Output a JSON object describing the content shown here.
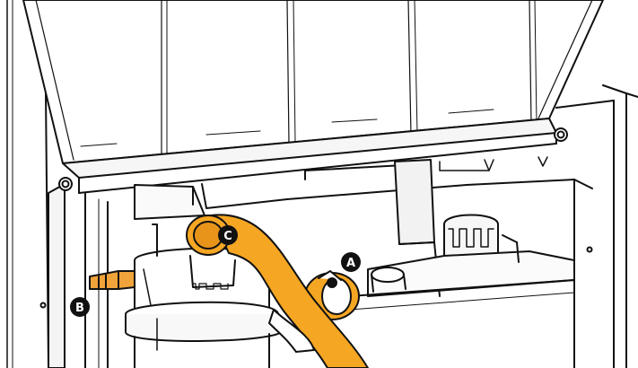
{
  "callouts": {
    "a": "A",
    "b": "B",
    "c": "C"
  },
  "colors": {
    "line": "#111111",
    "hose": "#f5a623",
    "hose_shade": "#e8941a",
    "connector": "#f0a33a",
    "callout_fill": "#111111",
    "shade": "#f2f2f2"
  }
}
